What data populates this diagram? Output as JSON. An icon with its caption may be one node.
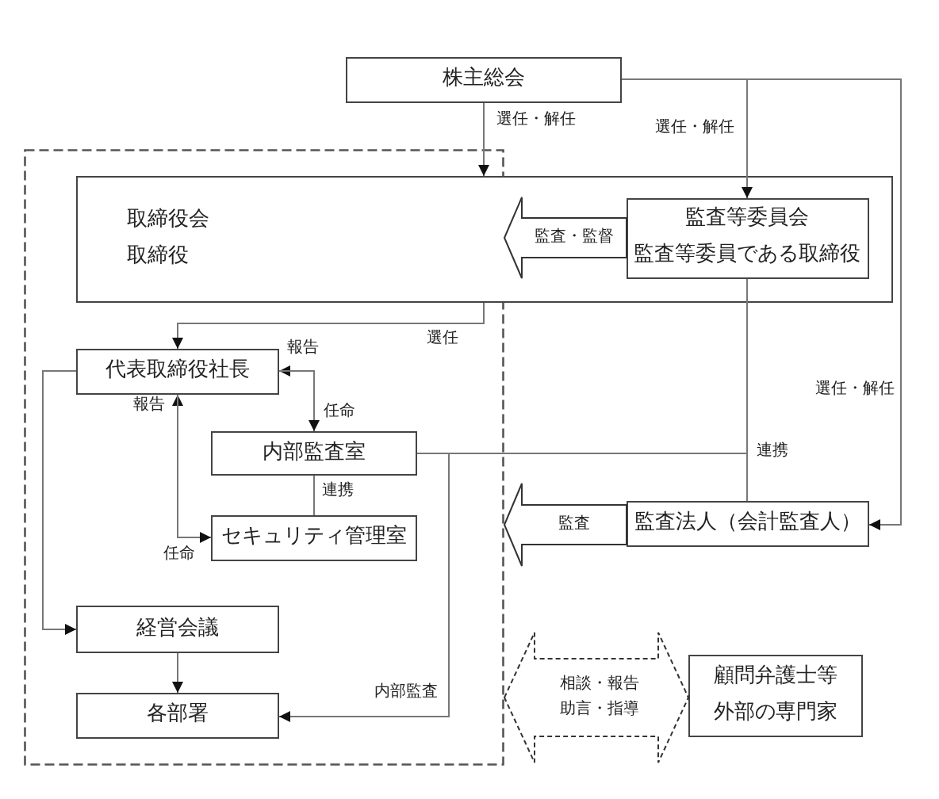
{
  "diagram": {
    "nodes": [
      {
        "text": [
          "株主総会"
        ]
      },
      {
        "text": [],
        "shape": "box"
      },
      {
        "text": [
          "取締役会",
          "取締役"
        ]
      },
      {
        "text": [
          "監査等委員会",
          "監査等委員である取締役"
        ],
        "in": 2
      },
      {
        "text": [
          "代表取締役社長"
        ],
        "in": 1
      },
      {
        "text": [
          "内部監査室"
        ],
        "in": 1
      },
      {
        "text": [
          "セキュリティ管理室"
        ],
        "in": 1
      },
      {
        "text": [
          "監査法人（会計監査人）"
        ]
      },
      {
        "text": [
          "経営会議"
        ],
        "in": 1
      },
      {
        "text": [
          "各部署"
        ],
        "in": 1
      },
      {
        "text": [
          "顧問弁護士等",
          "外部の専門家"
        ]
      }
    ],
    "edges": [
      {
        "from": 0,
        "to": 2,
        "arrow": "to",
        "label": "選任・解任"
      },
      {
        "from": 0,
        "to": 3,
        "arrow": "to",
        "label": "選任・解任"
      },
      {
        "from": 0,
        "to": 7,
        "arrow": "to",
        "label": "選任・解任"
      },
      {
        "from": 3,
        "to": 1,
        "arrow": "to",
        "label": "監査・監督",
        "style": "thick"
      },
      {
        "from": 2,
        "to": 4,
        "arrow": "to",
        "label": "選任"
      },
      {
        "from": 5,
        "to": 4,
        "arrow": "to",
        "label": "報告"
      },
      {
        "from": 4,
        "to": 5,
        "arrow": "to",
        "label": "任命"
      },
      {
        "from": 6,
        "to": 4,
        "arrow": "to",
        "label": "報告"
      },
      {
        "from": 4,
        "to": 6,
        "arrow": "to",
        "label": "任命"
      },
      {
        "from": 5,
        "to": 6,
        "arrow": "none",
        "label": "連携"
      },
      {
        "from": 5,
        "to": 3,
        "arrow": "none"
      },
      {
        "from": 5,
        "to": 7,
        "arrow": "none"
      },
      {
        "from": 3,
        "to": 7,
        "arrow": "none",
        "label": "連携"
      },
      {
        "from": 7,
        "to": 1,
        "arrow": "to",
        "label": "監査",
        "style": "thick"
      },
      {
        "from": 4,
        "to": 8,
        "arrow": "to"
      },
      {
        "from": 8,
        "to": 9,
        "arrow": "to"
      },
      {
        "from": 5,
        "to": 9,
        "arrow": "to",
        "label": "内部監査"
      },
      {
        "from": 1,
        "to": 10,
        "arrow": "both",
        "label": "相談・報告助言・指導",
        "style": "dashed"
      }
    ]
  }
}
